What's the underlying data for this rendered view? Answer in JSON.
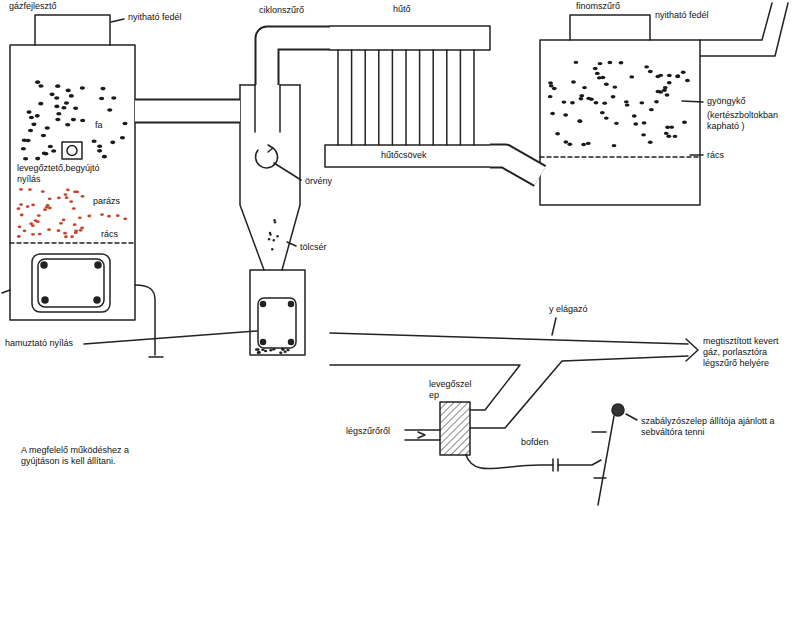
{
  "diagram": {
    "nodes": [
      {
        "text": [
          "gázfejlesztő"
        ]
      },
      {
        "text": [
          "ciklonszűrő"
        ]
      },
      {
        "text": [
          "hűtő"
        ]
      },
      {
        "text": [
          "finomszűrő"
        ]
      },
      {
        "text": [
          "levegőszel ep"
        ]
      }
    ],
    "edges": [
      {
        "from": 0,
        "to": 1,
        "arrow": "none"
      },
      {
        "from": 1,
        "to": 2,
        "arrow": "none"
      },
      {
        "from": 2,
        "to": 3,
        "arrow": "none"
      }
    ],
    "labels": [
      "nyitható fedél",
      "nyitható fedél",
      "fa",
      "gyöngykő",
      "(kertészboltokban kapható )",
      "levegőztető,begyújtó nyílás",
      "parázs",
      "rács",
      "hamuztató nyílás",
      "örvény",
      "tölcsér",
      "hűtőcsövek",
      "rács",
      "y elágazó",
      "megtisztított kevert gáz, porlasztóra légszűrő helyére",
      "légszűrőről",
      "bofden",
      "szabályzószelep állítója ajánlott a sebváltóra tenni",
      "A megfelelő működéshez a gyújtáson is kell állítani."
    ]
  }
}
